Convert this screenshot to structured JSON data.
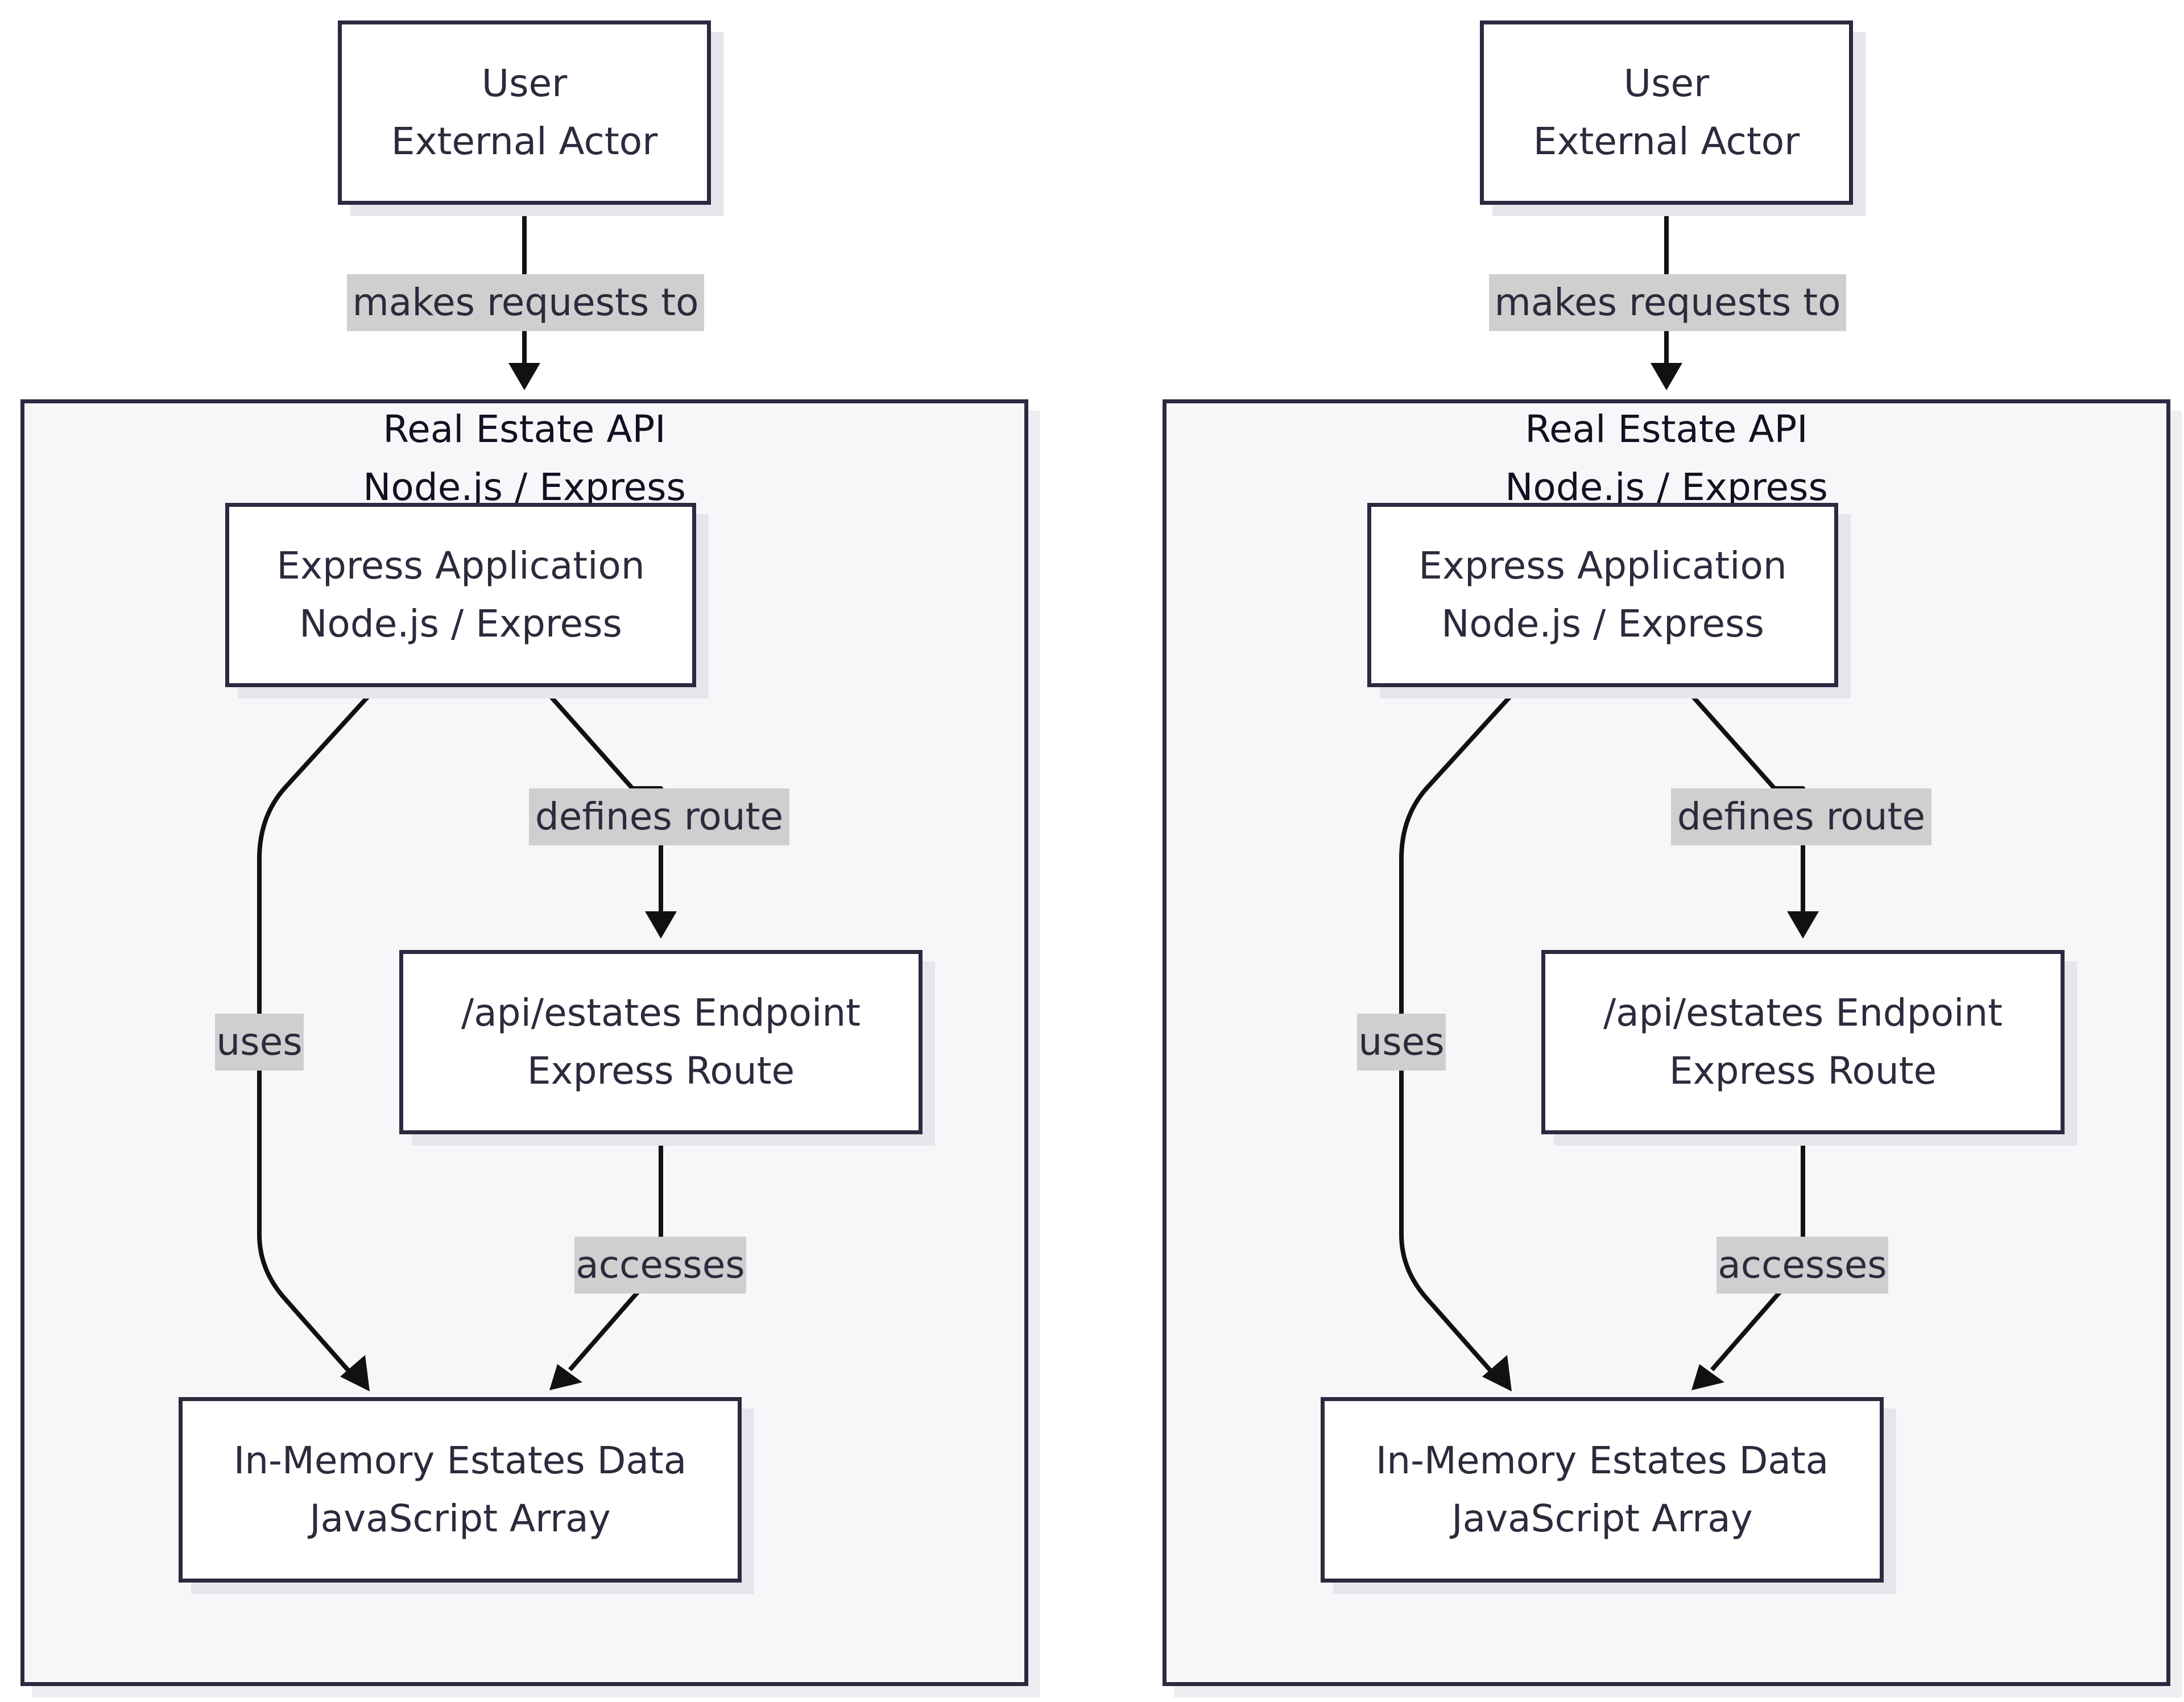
{
  "diagrams": [
    {
      "user": {
        "line1": "User",
        "line2": "External Actor"
      },
      "system": {
        "line1": "Real Estate API",
        "line2": "Node.js / Express"
      },
      "app": {
        "line1": "Express Application",
        "line2": "Node.js / Express"
      },
      "endpoint": {
        "line1": "/api/estates Endpoint",
        "line2": "Express Route"
      },
      "data": {
        "line1": "In-Memory Estates Data",
        "line2": "JavaScript Array"
      },
      "edges": {
        "requests": "makes requests to",
        "defines": "defines route",
        "uses": "uses",
        "accesses": "accesses"
      }
    },
    {
      "user": {
        "line1": "User",
        "line2": "External Actor"
      },
      "system": {
        "line1": "Real Estate API",
        "line2": "Node.js / Express"
      },
      "app": {
        "line1": "Express Application",
        "line2": "Node.js / Express"
      },
      "endpoint": {
        "line1": "/api/estates Endpoint",
        "line2": "Express Route"
      },
      "data": {
        "line1": "In-Memory Estates Data",
        "line2": "JavaScript Array"
      },
      "edges": {
        "requests": "makes requests to",
        "defines": "defines route",
        "uses": "uses",
        "accesses": "accesses"
      }
    }
  ]
}
